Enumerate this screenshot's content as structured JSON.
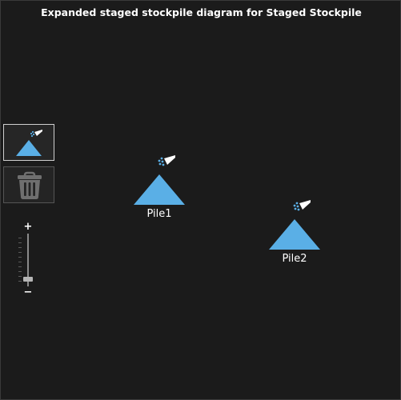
{
  "window": {
    "title": "Expanded staged stockpile diagram for Staged Stockpile"
  },
  "toolbar": {
    "tools": [
      {
        "name": "stockpile-tool",
        "icon": "stockpile-icon",
        "selected": true
      },
      {
        "name": "delete-tool",
        "icon": "trash-icon",
        "selected": false
      }
    ],
    "zoom": {
      "plus_label": "+",
      "minus_label": "−",
      "level": 0.1
    }
  },
  "diagram": {
    "piles": [
      {
        "label": "Pile1"
      },
      {
        "label": "Pile2"
      }
    ]
  },
  "colors": {
    "background": "#1b1b1b",
    "pile_fill": "#5aafe6",
    "icon_white": "#ffffff",
    "trash_gray": "#6f6f6f"
  }
}
